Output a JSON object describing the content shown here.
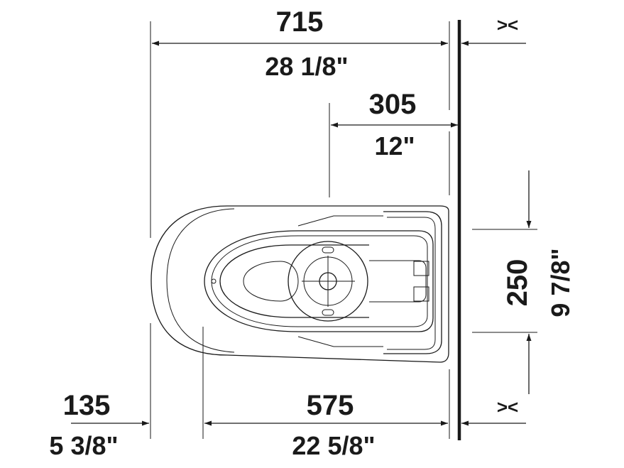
{
  "dimensions": {
    "overall_depth": {
      "mm": "715",
      "inch": "28 1/8\""
    },
    "drain_from_wall": {
      "mm": "305",
      "inch": "12\""
    },
    "width": {
      "mm": "250",
      "inch": "9 7/8\""
    },
    "front_overhang": {
      "mm": "135",
      "inch": "5 3/8\""
    },
    "base_depth": {
      "mm": "575",
      "inch": "22 5/8\""
    }
  },
  "symbols": {
    "wall_gap_top": "><",
    "wall_gap_bottom": "><"
  },
  "colors": {
    "ink": "#1a1a1a",
    "background": "#ffffff"
  }
}
